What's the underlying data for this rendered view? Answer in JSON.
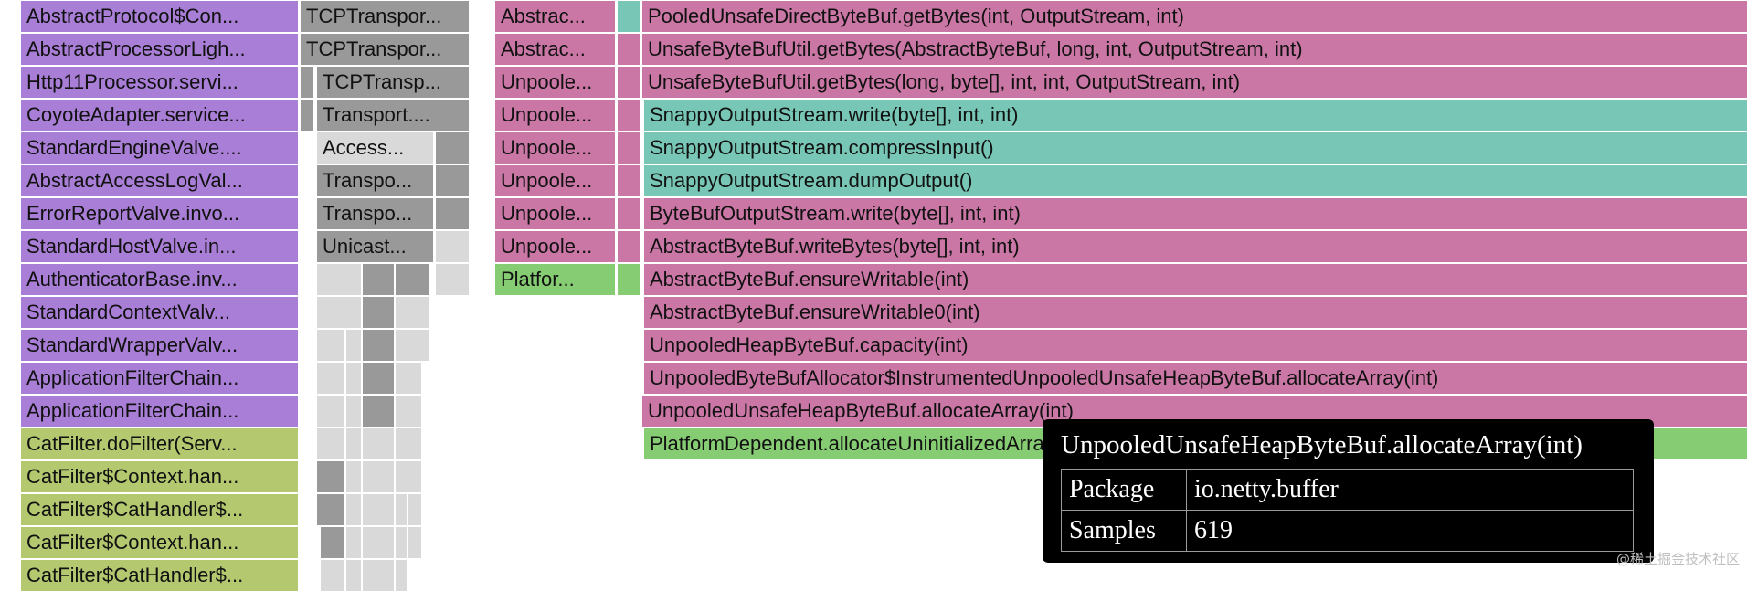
{
  "colors": {
    "purple": "#a97ed6",
    "magenta": "#cb77a6",
    "teal": "#78c6b5",
    "green": "#86cc73",
    "olive": "#b4c870",
    "dark_gray": "#999999",
    "light_gray": "#d9d9d9",
    "white": "#ffffff"
  },
  "frames": {
    "col1": [
      {
        "label": "AbstractProtocol$Con...",
        "color": "purple"
      },
      {
        "label": "AbstractProcessorLigh...",
        "color": "purple"
      },
      {
        "label": "Http11Processor.servi...",
        "color": "purple"
      },
      {
        "label": "CoyoteAdapter.service...",
        "color": "purple"
      },
      {
        "label": "StandardEngineValve....",
        "color": "purple"
      },
      {
        "label": "AbstractAccessLogVal...",
        "color": "purple"
      },
      {
        "label": "ErrorReportValve.invo...",
        "color": "purple"
      },
      {
        "label": "StandardHostValve.in...",
        "color": "purple"
      },
      {
        "label": "AuthenticatorBase.inv...",
        "color": "purple"
      },
      {
        "label": "StandardContextValv...",
        "color": "purple"
      },
      {
        "label": "StandardWrapperValv...",
        "color": "purple"
      },
      {
        "label": "ApplicationFilterChain...",
        "color": "purple"
      },
      {
        "label": "ApplicationFilterChain...",
        "color": "purple"
      },
      {
        "label": "CatFilter.doFilter(Serv...",
        "color": "olive"
      },
      {
        "label": "CatFilter$Context.han...",
        "color": "olive"
      },
      {
        "label": "CatFilter$CatHandler$...",
        "color": "olive"
      },
      {
        "label": "CatFilter$Context.han...",
        "color": "olive"
      },
      {
        "label": "CatFilter$CatHandler$...",
        "color": "olive"
      }
    ],
    "col2": [
      {
        "label": "TCPTranspor...",
        "color": "dark_gray"
      },
      {
        "label": "TCPTranspor...",
        "color": "dark_gray"
      },
      {
        "label": "TCPTransp...",
        "color": "dark_gray"
      },
      {
        "label": "Transport....",
        "color": "dark_gray"
      },
      {
        "label": "Access...",
        "color": "light_gray"
      },
      {
        "label": "Transpo...",
        "color": "dark_gray"
      },
      {
        "label": "Transpo...",
        "color": "dark_gray"
      },
      {
        "label": "Unicast...",
        "color": "dark_gray"
      }
    ],
    "col3": [
      {
        "label": "Abstrac...",
        "color": "magenta"
      },
      {
        "label": "Abstrac...",
        "color": "magenta"
      },
      {
        "label": "Unpoole...",
        "color": "magenta"
      },
      {
        "label": "Unpoole...",
        "color": "magenta"
      },
      {
        "label": "Unpoole...",
        "color": "magenta"
      },
      {
        "label": "Unpoole...",
        "color": "magenta"
      },
      {
        "label": "Unpoole...",
        "color": "magenta"
      },
      {
        "label": "Unpoole...",
        "color": "magenta"
      },
      {
        "label": "Platfor...",
        "color": "green"
      }
    ],
    "col4": [
      {
        "label": "PooledUnsafeDirectByteBuf.getBytes(int, OutputStream, int)",
        "color": "magenta"
      },
      {
        "label": "UnsafeByteBufUtil.getBytes(AbstractByteBuf, long, int, OutputStream, int)",
        "color": "magenta"
      },
      {
        "label": "UnsafeByteBufUtil.getBytes(long, byte[], int, int, OutputStream, int)",
        "color": "magenta"
      },
      {
        "label": "SnappyOutputStream.write(byte[], int, int)",
        "color": "teal"
      },
      {
        "label": "SnappyOutputStream.compressInput()",
        "color": "teal"
      },
      {
        "label": "SnappyOutputStream.dumpOutput()",
        "color": "teal"
      },
      {
        "label": "ByteBufOutputStream.write(byte[], int, int)",
        "color": "magenta"
      },
      {
        "label": "AbstractByteBuf.writeBytes(byte[], int, int)",
        "color": "magenta"
      },
      {
        "label": "AbstractByteBuf.ensureWritable(int)",
        "color": "magenta"
      },
      {
        "label": "AbstractByteBuf.ensureWritable0(int)",
        "color": "magenta"
      },
      {
        "label": "UnpooledHeapByteBuf.capacity(int)",
        "color": "magenta"
      },
      {
        "label": "UnpooledByteBufAllocator$InstrumentedUnpooledUnsafeHeapByteBuf.allocateArray(int)",
        "color": "magenta"
      },
      {
        "label": "UnpooledUnsafeHeapByteBuf.allocateArray(int)",
        "color": "magenta"
      },
      {
        "label": "PlatformDependent.allocateUninitializedArray(int)",
        "color": "green"
      }
    ]
  },
  "tooltip": {
    "title": "UnpooledUnsafeHeapByteBuf.allocateArray(int)",
    "package_key": "Package",
    "package_value": "io.netty.buffer",
    "samples_key": "Samples",
    "samples_value": "619"
  },
  "watermark": "@稀土掘金技术社区"
}
